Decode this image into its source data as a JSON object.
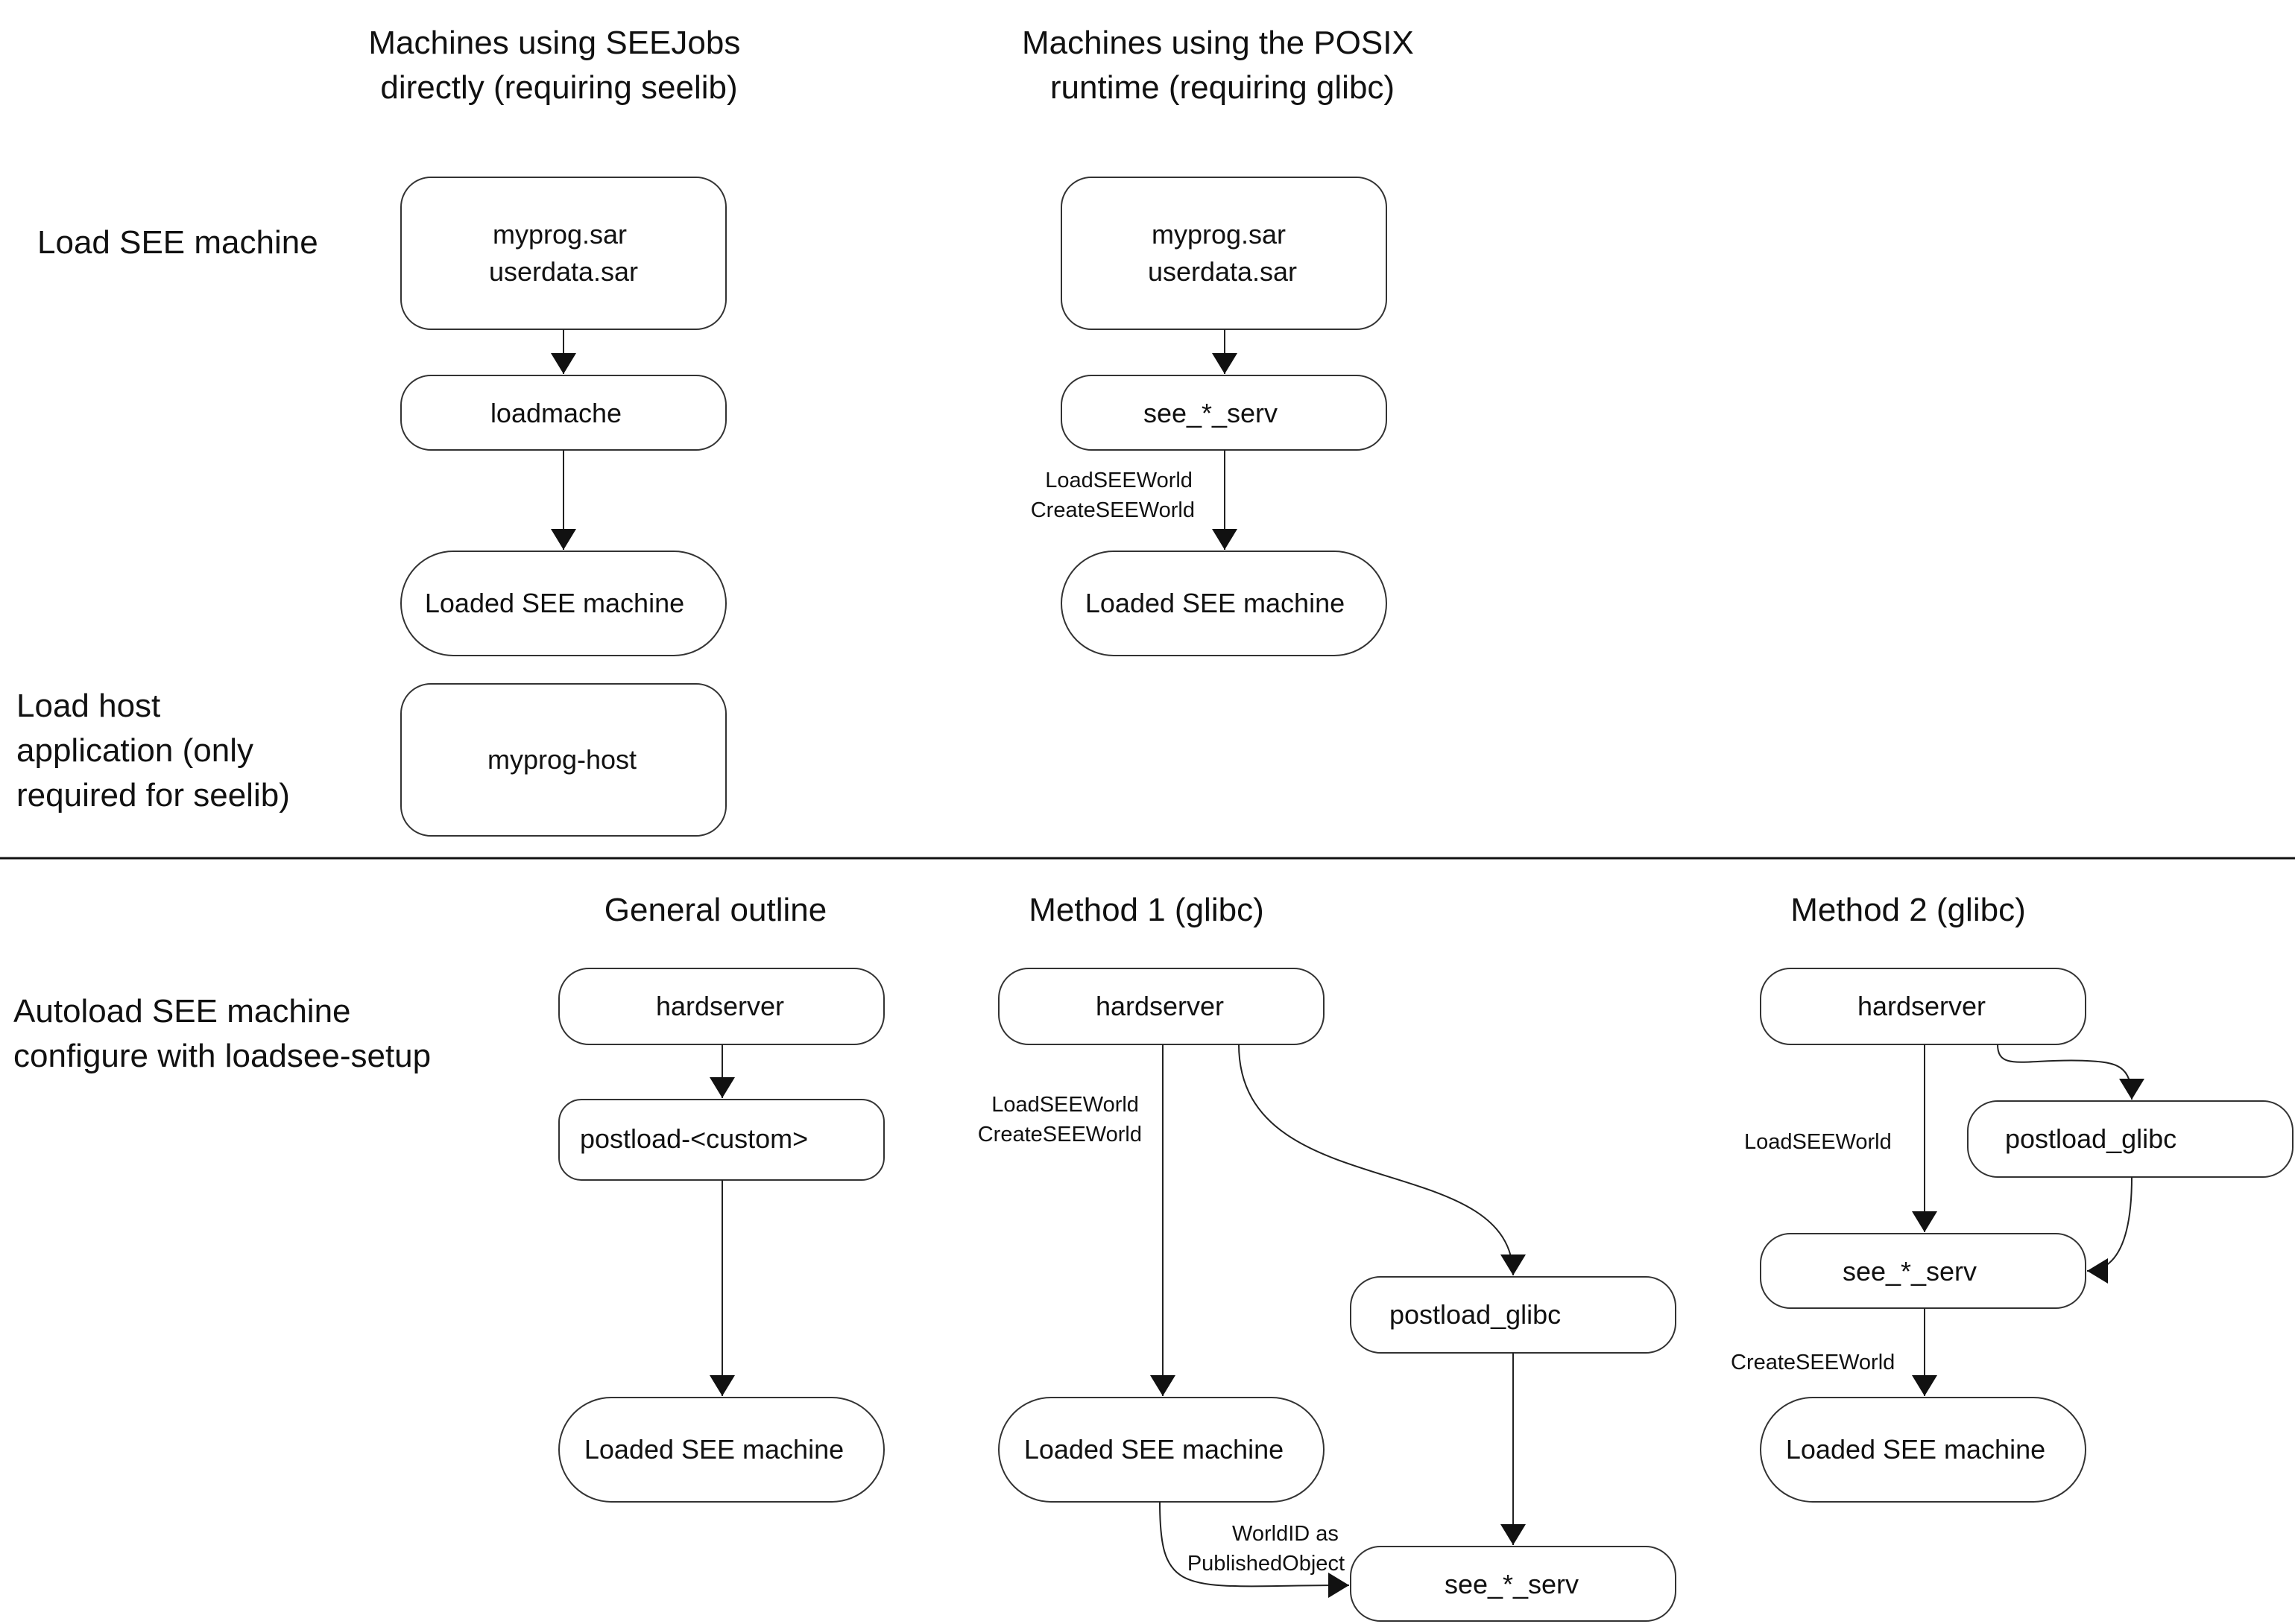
{
  "top_section": {
    "col1_heading": [
      "Machines using SEEJobs",
      "directly (requiring seelib)"
    ],
    "col2_heading": [
      "Machines using the POSIX",
      "runtime (requiring glibc)"
    ],
    "row1_label": "Load SEE machine",
    "row2_label": [
      "Load host",
      "application (only",
      "required for seelib)"
    ],
    "col1": {
      "sar_files": [
        "myprog.sar",
        "userdata.sar"
      ],
      "loader": "loadmache",
      "loaded": "Loaded SEE machine",
      "host": "myprog-host"
    },
    "col2": {
      "sar_files": [
        "myprog.sar",
        "userdata.sar"
      ],
      "server": "see_*_serv",
      "edge_label": [
        "LoadSEEWorld",
        "CreateSEEWorld"
      ],
      "loaded": "Loaded SEE machine"
    }
  },
  "bottom_section": {
    "row_label": [
      "Autoload SEE machine",
      "configure with loadsee-setup"
    ],
    "general": {
      "heading": "General outline",
      "hardserver": "hardserver",
      "postload": "postload-<custom>",
      "loaded": "Loaded SEE machine"
    },
    "method1": {
      "heading": "Method 1 (glibc)",
      "hardserver": "hardserver",
      "edge_label": [
        "LoadSEEWorld",
        "CreateSEEWorld"
      ],
      "postload": "postload_glibc",
      "loaded": "Loaded SEE machine",
      "worldid_label": [
        "WorldID as",
        "PublishedObject"
      ],
      "server": "see_*_serv"
    },
    "method2": {
      "heading": "Method 2 (glibc)",
      "hardserver": "hardserver",
      "postload": "postload_glibc",
      "load_label": "LoadSEEWorld",
      "server": "see_*_serv",
      "create_label": "CreateSEEWorld",
      "loaded": "Loaded SEE machine"
    }
  }
}
